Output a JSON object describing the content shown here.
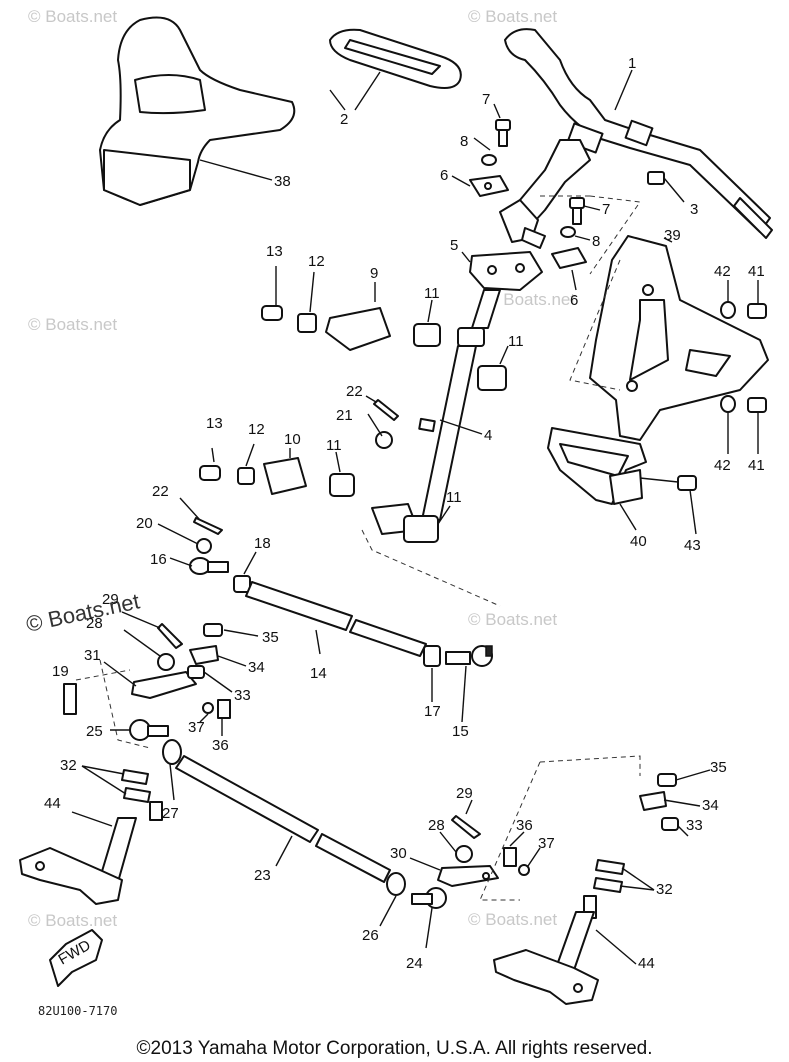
{
  "watermark": "© Boats.net",
  "diagram_code": "82U100-7170",
  "copyright": "©2013 Yamaha Motor Corporation, U.S.A. All rights reserved.",
  "fwd_label": "FWD",
  "callouts": [
    {
      "id": "c1",
      "text": "1"
    },
    {
      "id": "c2",
      "text": "2"
    },
    {
      "id": "c3",
      "text": "3"
    },
    {
      "id": "c4",
      "text": "4"
    },
    {
      "id": "c5",
      "text": "5"
    },
    {
      "id": "c6a",
      "text": "6"
    },
    {
      "id": "c6b",
      "text": "6"
    },
    {
      "id": "c7a",
      "text": "7"
    },
    {
      "id": "c7b",
      "text": "7"
    },
    {
      "id": "c8a",
      "text": "8"
    },
    {
      "id": "c8b",
      "text": "8"
    },
    {
      "id": "c9",
      "text": "9"
    },
    {
      "id": "c10",
      "text": "10"
    },
    {
      "id": "c11a",
      "text": "11"
    },
    {
      "id": "c11b",
      "text": "11"
    },
    {
      "id": "c11c",
      "text": "11"
    },
    {
      "id": "c11d",
      "text": "11"
    },
    {
      "id": "c12a",
      "text": "12"
    },
    {
      "id": "c12b",
      "text": "12"
    },
    {
      "id": "c13a",
      "text": "13"
    },
    {
      "id": "c13b",
      "text": "13"
    },
    {
      "id": "c14",
      "text": "14"
    },
    {
      "id": "c15",
      "text": "15"
    },
    {
      "id": "c16",
      "text": "16"
    },
    {
      "id": "c17",
      "text": "17"
    },
    {
      "id": "c18",
      "text": "18"
    },
    {
      "id": "c19",
      "text": "19"
    },
    {
      "id": "c20",
      "text": "20"
    },
    {
      "id": "c21",
      "text": "21"
    },
    {
      "id": "c22a",
      "text": "22"
    },
    {
      "id": "c22b",
      "text": "22"
    },
    {
      "id": "c23",
      "text": "23"
    },
    {
      "id": "c24",
      "text": "24"
    },
    {
      "id": "c25",
      "text": "25"
    },
    {
      "id": "c26",
      "text": "26"
    },
    {
      "id": "c27",
      "text": "27"
    },
    {
      "id": "c28a",
      "text": "28"
    },
    {
      "id": "c28b",
      "text": "28"
    },
    {
      "id": "c29a",
      "text": "29"
    },
    {
      "id": "c29b",
      "text": "29"
    },
    {
      "id": "c30",
      "text": "30"
    },
    {
      "id": "c31",
      "text": "31"
    },
    {
      "id": "c32a",
      "text": "32"
    },
    {
      "id": "c32b",
      "text": "32"
    },
    {
      "id": "c33a",
      "text": "33"
    },
    {
      "id": "c33b",
      "text": "33"
    },
    {
      "id": "c34a",
      "text": "34"
    },
    {
      "id": "c34b",
      "text": "34"
    },
    {
      "id": "c35a",
      "text": "35"
    },
    {
      "id": "c35b",
      "text": "35"
    },
    {
      "id": "c36a",
      "text": "36"
    },
    {
      "id": "c36b",
      "text": "36"
    },
    {
      "id": "c37a",
      "text": "37"
    },
    {
      "id": "c37b",
      "text": "37"
    },
    {
      "id": "c38",
      "text": "38"
    },
    {
      "id": "c39",
      "text": "39"
    },
    {
      "id": "c40",
      "text": "40"
    },
    {
      "id": "c41a",
      "text": "41"
    },
    {
      "id": "c41b",
      "text": "41"
    },
    {
      "id": "c42a",
      "text": "42"
    },
    {
      "id": "c42b",
      "text": "42"
    },
    {
      "id": "c43",
      "text": "43"
    },
    {
      "id": "c44a",
      "text": "44"
    },
    {
      "id": "c44b",
      "text": "44"
    }
  ]
}
